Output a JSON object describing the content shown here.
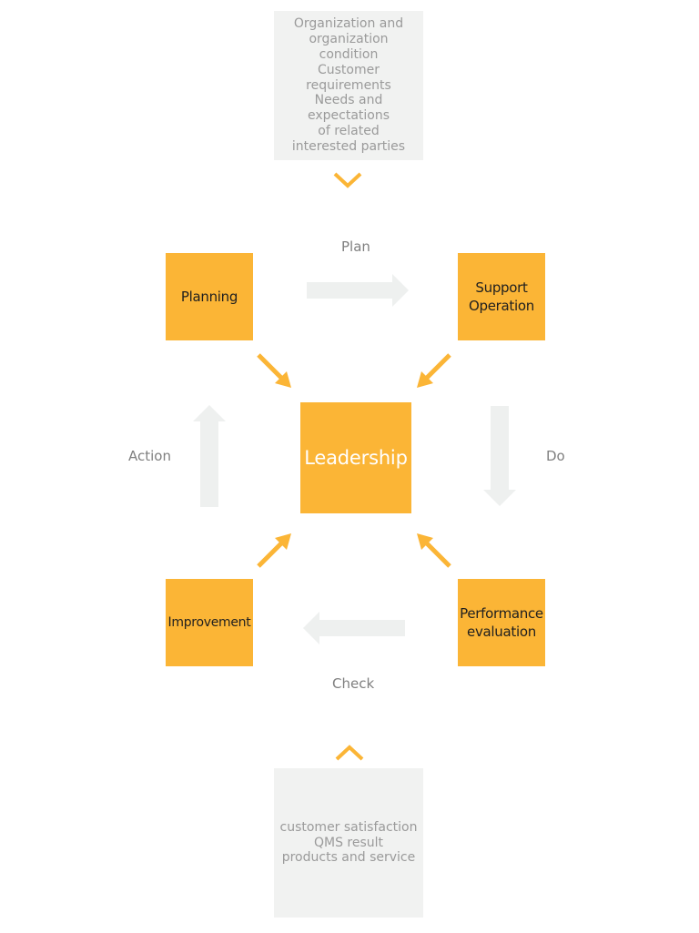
{
  "top_box": {
    "text": "Organization and\norganization condition\nCustomer requirements\nNeeds and expectations\nof related\ninterested parties"
  },
  "bottom_box": {
    "text": "customer satisfaction\nQMS result\nproducts and service"
  },
  "nodes": {
    "planning": "Planning",
    "support": "Support\nOperation",
    "improvement": "Improvement",
    "performance": "Performance\nevaluation",
    "leadership": "Leadership"
  },
  "phases": {
    "plan": "Plan",
    "do": "Do",
    "check": "Check",
    "action": "Action"
  },
  "colors": {
    "accent": "#fbb536",
    "box_gray": "#f1f2f1",
    "arrow_gray": "#eef0ef",
    "text_gray": "#9a9a9a",
    "label_gray": "#7f7f7f"
  }
}
